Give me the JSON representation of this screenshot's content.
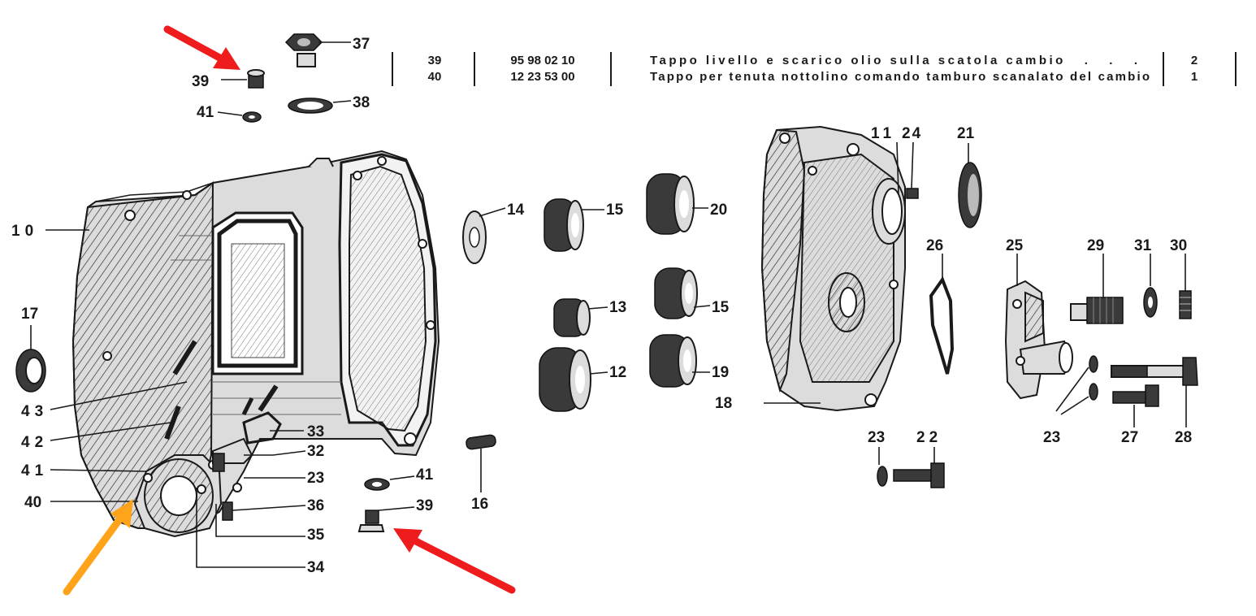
{
  "table_rows": [
    {
      "ref": "39",
      "code": "95 98 02 10",
      "description": "Tappo livello e scarico olio sulla scatola cambio   .   .   .",
      "qty": "2"
    },
    {
      "ref": "40",
      "code": "12 23 53 00",
      "description": "Tappo per tenuta nottolino comando tamburo scanalato del cambio",
      "qty": "1"
    }
  ],
  "callouts": {
    "c37": "37",
    "c39_top": "39",
    "c41_top": "41",
    "c38": "38",
    "c10": "10",
    "c17": "17",
    "c43": "43",
    "c42": "42",
    "c41": "41",
    "c40": "40",
    "c33": "33",
    "c32": "32",
    "c23_left": "23",
    "c36": "36",
    "c35": "35",
    "c34": "34",
    "c14": "14",
    "c15_top": "15",
    "c20": "20",
    "c13": "13",
    "c15_mid": "15",
    "c12": "12",
    "c19": "19",
    "c41_mid": "41",
    "c39_mid": "39",
    "c16": "16",
    "c11": "11",
    "c24": "24",
    "c21": "21",
    "c26": "26",
    "c25": "25",
    "c29": "29",
    "c31": "31",
    "c30": "30",
    "c18": "18",
    "c23_center": "23",
    "c22": "22",
    "c23_right": "23",
    "c27": "27",
    "c28": "28"
  },
  "annotation_colors": {
    "red_arrow": "#ee1c1c",
    "orange_arrow": "#ffa31a"
  }
}
